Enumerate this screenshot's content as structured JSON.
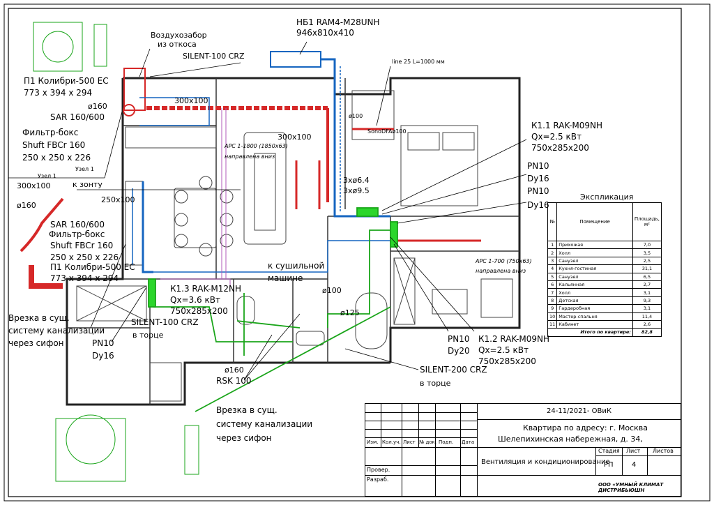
{
  "labels": {
    "intake": "Воздухозабор",
    "intake2": "из откоса",
    "silent100_top": "SILENT-100 CRZ",
    "nb1": "НБ1 RAM4-M28UNH",
    "nb1_size": "946х810х410",
    "p1": "П1 Колибри-500 ЕС",
    "p1_size": "773 х 394 х 294",
    "d160": "ø160",
    "sar": "SAR 160/600",
    "filter": "Фильтр-бокс",
    "shuft": "Shuft FBCr 160",
    "shuft_size": "250 х 250 х 226",
    "node1": "Узел 1",
    "duct300": "300х100",
    "line25": "line 25 L=1000 мм",
    "d100a": "ø100",
    "sonodfa": "SonoDFAø100",
    "duct300b": "300х100",
    "apc1800": "АРС 1-1800 (1850х63)",
    "apc1800b": "направлена вниз",
    "pipes1": "3хø6.4",
    "pipes2": "3хø9.5",
    "k11": "К1.1 RAK-M09NH",
    "k11_q": "Qх=2.5 кВт",
    "k11_size": "750х285х200",
    "pn10a": "PN10",
    "dy16a": "Dy16",
    "pn10b": "PN10",
    "dy16b": "Dy16",
    "hood": "к зонту",
    "duct250": "250х100",
    "node1b": "Узел 1",
    "duct300c": "300х100",
    "d160b": "ø160",
    "sar2": "SAR 160/600",
    "filter2": "Фильтр-бокс",
    "shuft2": "Shuft FBCr 160",
    "shuft2_size": "250 х 250 х 226",
    "p1b": "П1 Колибри-500 ЕС",
    "p1b_size": "773 х 394 х 294",
    "dryer": "к сушильной",
    "dryer2": "машине",
    "k13": "К1.3 RAK-M12NH",
    "k13_q": "Qх=3.6 кВт",
    "k13_size": "750х285х200",
    "d100b": "ø100",
    "d125": "ø125",
    "apc700": "АРС 1-700 (750х63)",
    "apc700b": "направлена вниз",
    "tap1": "Врезка в сущ.",
    "tap1b": "систему канализации",
    "tap1c": "через сифон",
    "silent100": "SILENT-100 CRZ",
    "silent100b": "в торце",
    "pn10c": "PN10",
    "dy16c": "Dy16",
    "d160c": "ø160",
    "rsk": "RSK 100",
    "pn10d": "PN10",
    "dy20": "Dy20",
    "k12": "К1.2 RAK-M09NH",
    "k12_q": "Qх=2.5 кВт",
    "k12_size": "750х285х200",
    "silent200": "SILENT-200 CRZ",
    "silent200b": "в торце",
    "tap2": "Врезка в сущ.",
    "tap2b": "систему канализации",
    "tap2c": "через сифон"
  },
  "explication": {
    "title": "Экспликация",
    "col_num": "№",
    "col_room": "Помещение",
    "col_area": "Площадь, м²",
    "rows": [
      {
        "n": "1",
        "room": "Прихожая",
        "area": "7,0"
      },
      {
        "n": "2",
        "room": "Холл",
        "area": "3,5"
      },
      {
        "n": "3",
        "room": "Санузел",
        "area": "2,5"
      },
      {
        "n": "4",
        "room": "Кухня-гостиная",
        "area": "31,1"
      },
      {
        "n": "5",
        "room": "Санузел",
        "area": "6,5"
      },
      {
        "n": "6",
        "room": "Кальянная",
        "area": "2,7"
      },
      {
        "n": "7",
        "room": "Холл",
        "area": "3,1"
      },
      {
        "n": "8",
        "room": "Детская",
        "area": "9,3"
      },
      {
        "n": "9",
        "room": "Гардеробная",
        "area": "3,1"
      },
      {
        "n": "10",
        "room": "Мастер-спальня",
        "area": "11,4"
      },
      {
        "n": "11",
        "room": "Кабинет",
        "area": "2,6"
      }
    ],
    "total_label": "Итого по квартире:",
    "total": "82,8"
  },
  "title_block": {
    "code": "24-11/2021- ОВиК",
    "address1": "Квартира  по адресу: г. Москва",
    "address2": "Шелепихинская набережная, д. 34,",
    "section": "Вентиляция и кондиционирование",
    "stage_h": "Стадия",
    "sheet_h": "Лист",
    "sheets_h": "Листов",
    "stage": "РП",
    "sheet": "4",
    "sheets": "",
    "company": "ООО «УМНЫЙ КЛИМАТ ДИСТРИБЬЮШН",
    "cols": [
      "Изм.",
      "Кол.уч.",
      "Лист",
      "№ док.",
      "Подп.",
      "Дата"
    ],
    "checked": "Провер.",
    "dev": "Разраб."
  },
  "colors": {
    "supply": "#d62828",
    "exhaust": "#1565c0",
    "drain": "#1aa51a",
    "freon": "#b05ab8",
    "walls": "#222222"
  }
}
